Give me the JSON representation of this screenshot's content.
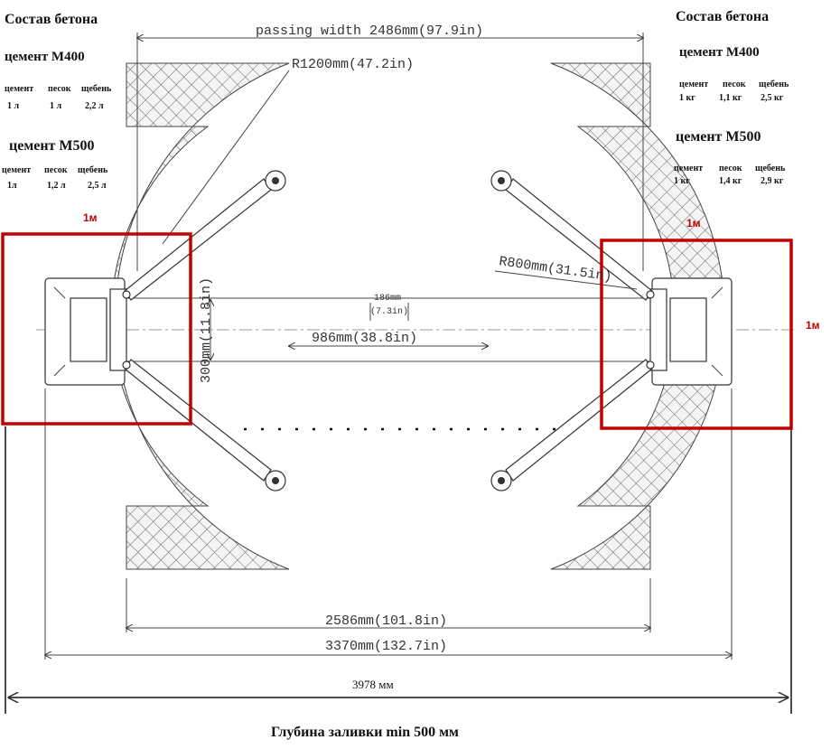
{
  "dimensions": {
    "passing_width": "passing width 2486mm(97.9in)",
    "radius_large": "R1200mm(47.2in)",
    "radius_small": "R800mm(31.5in)",
    "gap_mm": "186mm",
    "gap_in": "(7.3in)",
    "inner_width": "986mm(38.8in)",
    "column_depth": "300mm(11.8in)",
    "base_width": "2586mm(101.8in)",
    "overall_width": "3370mm(132.7in)",
    "total_span": "3978 мм"
  },
  "concrete_left": {
    "title": "Состав бетона",
    "grade_1": {
      "name": "цемент М400",
      "headers": [
        "цемент",
        "песок",
        "щебень"
      ],
      "values": [
        "1 л",
        "1 л",
        "2,2 л"
      ]
    },
    "grade_2": {
      "name": "цемент М500",
      "headers": [
        "цемент",
        "песок",
        "щебень"
      ],
      "values": [
        "1л",
        "1,2 л",
        "2,5 л"
      ]
    }
  },
  "concrete_right": {
    "title": "Состав бетона",
    "grade_1": {
      "name": "цемент М400",
      "headers": [
        "цемент",
        "песок",
        "щебень"
      ],
      "values": [
        "1 кг",
        "1,1 кг",
        "2,5 кг"
      ]
    },
    "grade_2": {
      "name": "цемент М500",
      "headers": [
        "цемент",
        "песок",
        "щебень"
      ],
      "values": [
        "1 кг",
        "1,4 кг",
        "2,9 кг"
      ]
    }
  },
  "foundation_marks": {
    "left_width": "1м",
    "right_width": "1м",
    "right_height": "1м"
  },
  "depth_note": "Глубина заливки min 500 мм",
  "colors": {
    "foundation_outline": "#c00000",
    "hatch": "#555555",
    "line": "#333333"
  }
}
